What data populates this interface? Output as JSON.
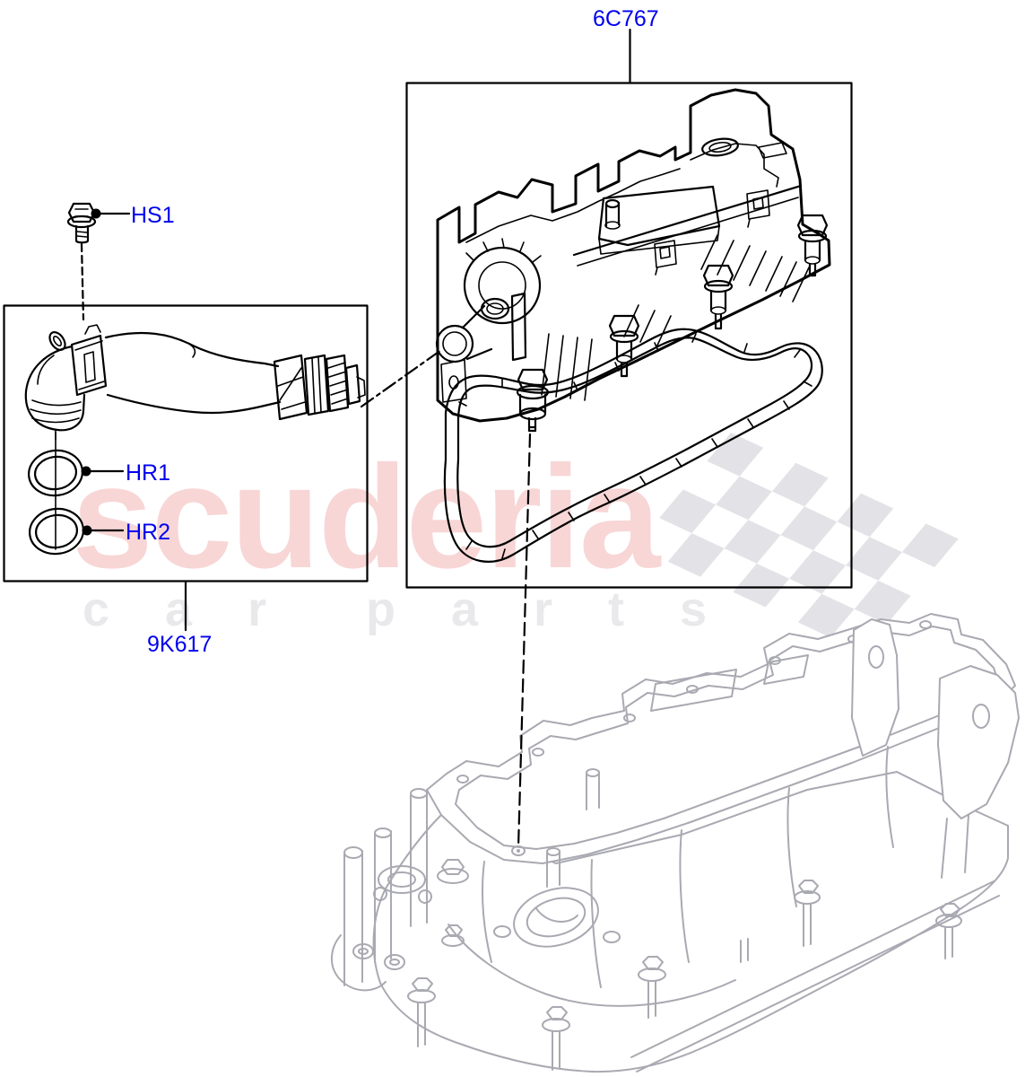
{
  "diagram": {
    "type": "parts-exploded-diagram",
    "labels": {
      "cover": "6C767",
      "bolt": "HS1",
      "oring_upper": "HR1",
      "oring_lower": "HR2",
      "hose": "9K617"
    },
    "label_color": "#0000ee",
    "line_color": "#000000",
    "context_part_color": "#a9a9b2"
  },
  "watermark": {
    "brand": "scuderia",
    "word1": "car",
    "word2": "parts",
    "brand_color": "#f8d6d6",
    "words_color": "#e9e9ec",
    "flag_color": "#e3e3e7"
  }
}
